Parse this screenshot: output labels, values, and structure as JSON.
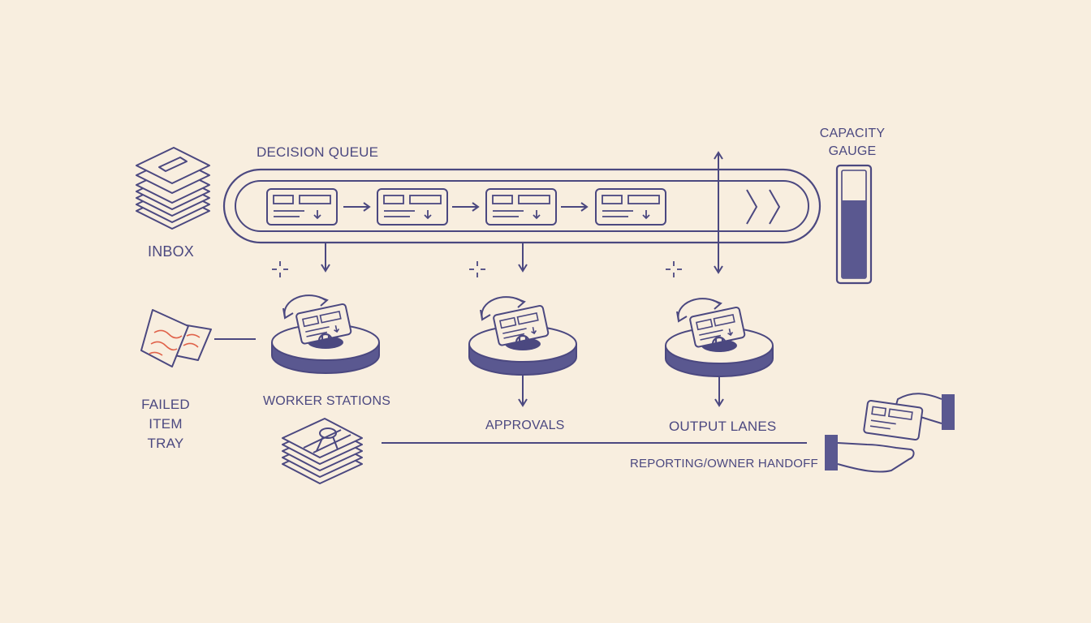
{
  "labels": {
    "decision_queue": "DECISION QUEUE",
    "capacity_gauge": [
      "CAPACITY",
      "GAUGE"
    ],
    "inbox": "INBOX",
    "failed_item_tray": [
      "FAILED",
      "ITEM",
      "TRAY"
    ],
    "worker_stations": "WORKER STATIONS",
    "approvals": "APPROVALS",
    "output_lanes": "OUTPUT LANES",
    "reporting_handoff": "REPORTING/OWNER HANDOFF"
  },
  "queue": {
    "card_count": 4,
    "chevron_icon": "double-chevron-right-icon"
  },
  "stations": [
    "worker-station",
    "approvals-station",
    "output-lanes-station"
  ],
  "gauge": {
    "fill_fraction": 0.72
  },
  "colors": {
    "background": "#f8eedf",
    "line": "#4b4880",
    "fill": "#5a5890",
    "failed_accent": "#e0624a"
  }
}
